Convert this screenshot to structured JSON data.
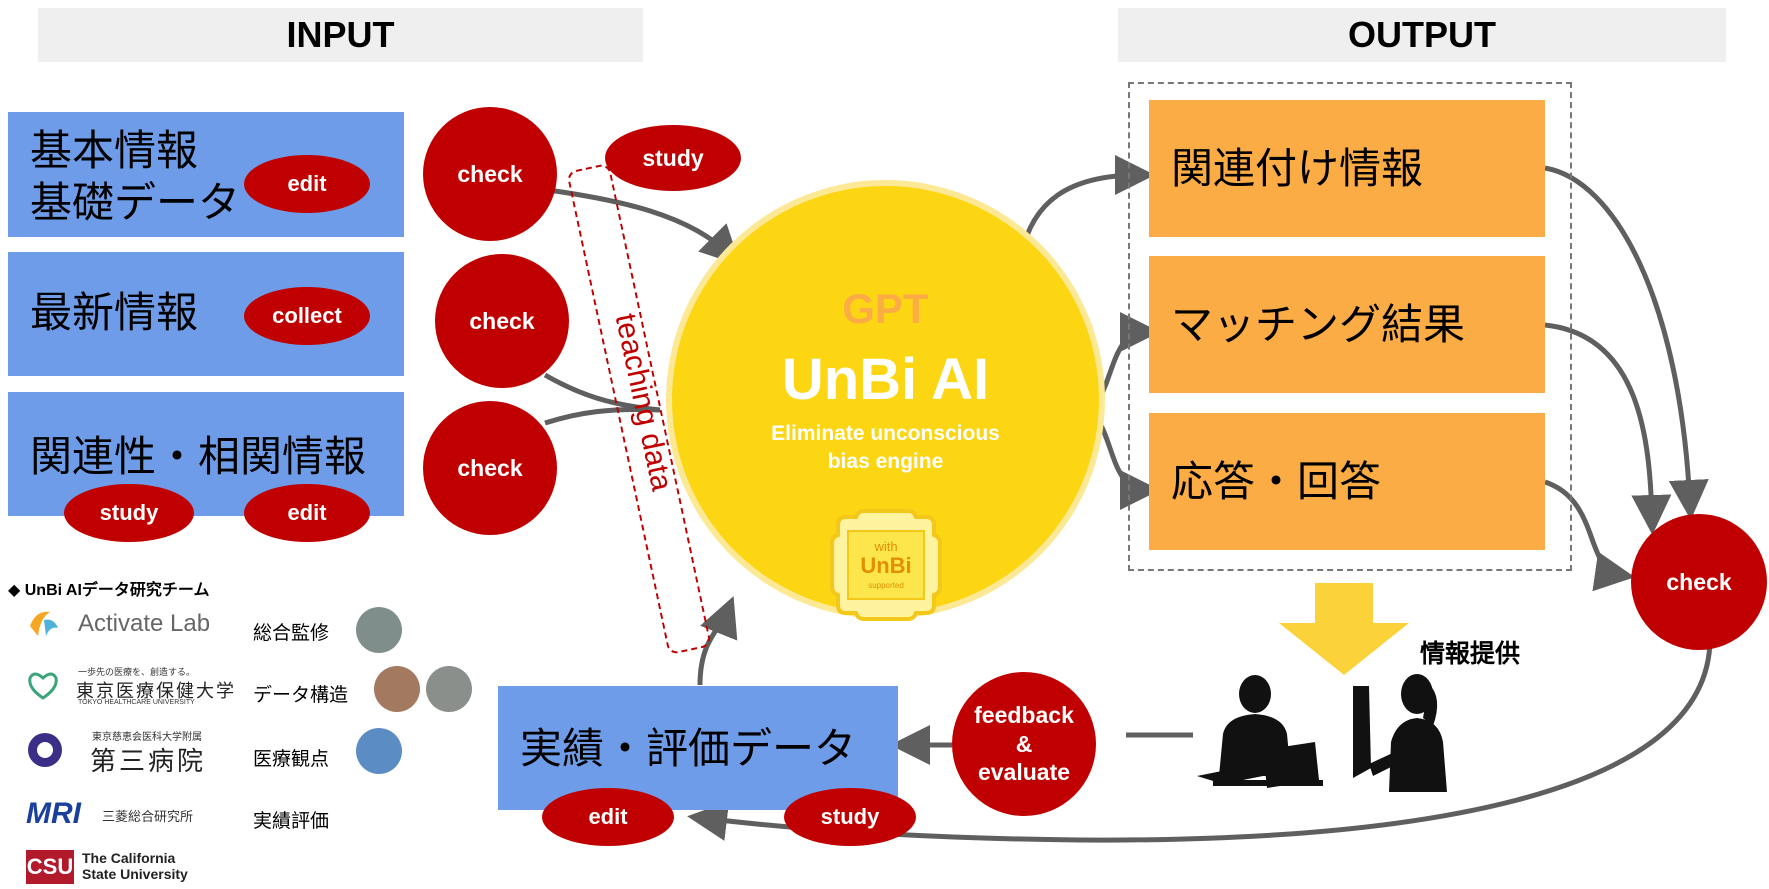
{
  "headers": {
    "input": "INPUT",
    "output": "OUTPUT"
  },
  "inputs": {
    "basic": {
      "line1": "基本情報",
      "line2": "基礎データ",
      "badge": "edit",
      "check": "check"
    },
    "latest": {
      "label": "最新情報",
      "badge": "collect",
      "check": "check"
    },
    "relation": {
      "label": "関連性・相関情報",
      "badge1": "study",
      "badge2": "edit",
      "check": "check"
    }
  },
  "study_top": "study",
  "teaching_data": "teaching data",
  "engine": {
    "gpt": "GPT",
    "name": "UnBi AI",
    "desc1": "Eliminate unconscious",
    "desc2": "bias engine",
    "badge_with": "with",
    "badge_name": "UnBi",
    "badge_sub": "supported"
  },
  "outputs": {
    "o1": "関連付け情報",
    "o2": "マッチング結果",
    "o3": "応答・回答"
  },
  "output_check": "check",
  "info_provide": "情報提供",
  "feedback": {
    "line1": "feedback",
    "line2": "&",
    "line3": "evaluate"
  },
  "results": {
    "label": "実績・評価データ",
    "badge1": "edit",
    "badge2": "study"
  },
  "team": {
    "title": "◆ UnBi AIデータ研究チーム",
    "rows": [
      {
        "org": "Activate Lab",
        "role": "総合監修"
      },
      {
        "org_small1": "一歩先の医療を、創造する。",
        "org": "東京医療保健大学",
        "org_small2": "TOKYO HEALTHCARE UNIVERSITY",
        "role": "データ構造"
      },
      {
        "org_small1": "東京慈恵会医科大学附属",
        "org": "第三病院",
        "role": "医療観点"
      },
      {
        "org_mark": "MRI",
        "org": "三菱総合研究所",
        "role": "実績評価"
      },
      {
        "org_mark": "CSU",
        "org": "The California State University"
      }
    ]
  },
  "colors": {
    "blue": "#6e9ce8",
    "orange": "#fbac45",
    "red": "#c00000",
    "yellow": "#fcd612",
    "arrow": "#5f5f5f"
  }
}
